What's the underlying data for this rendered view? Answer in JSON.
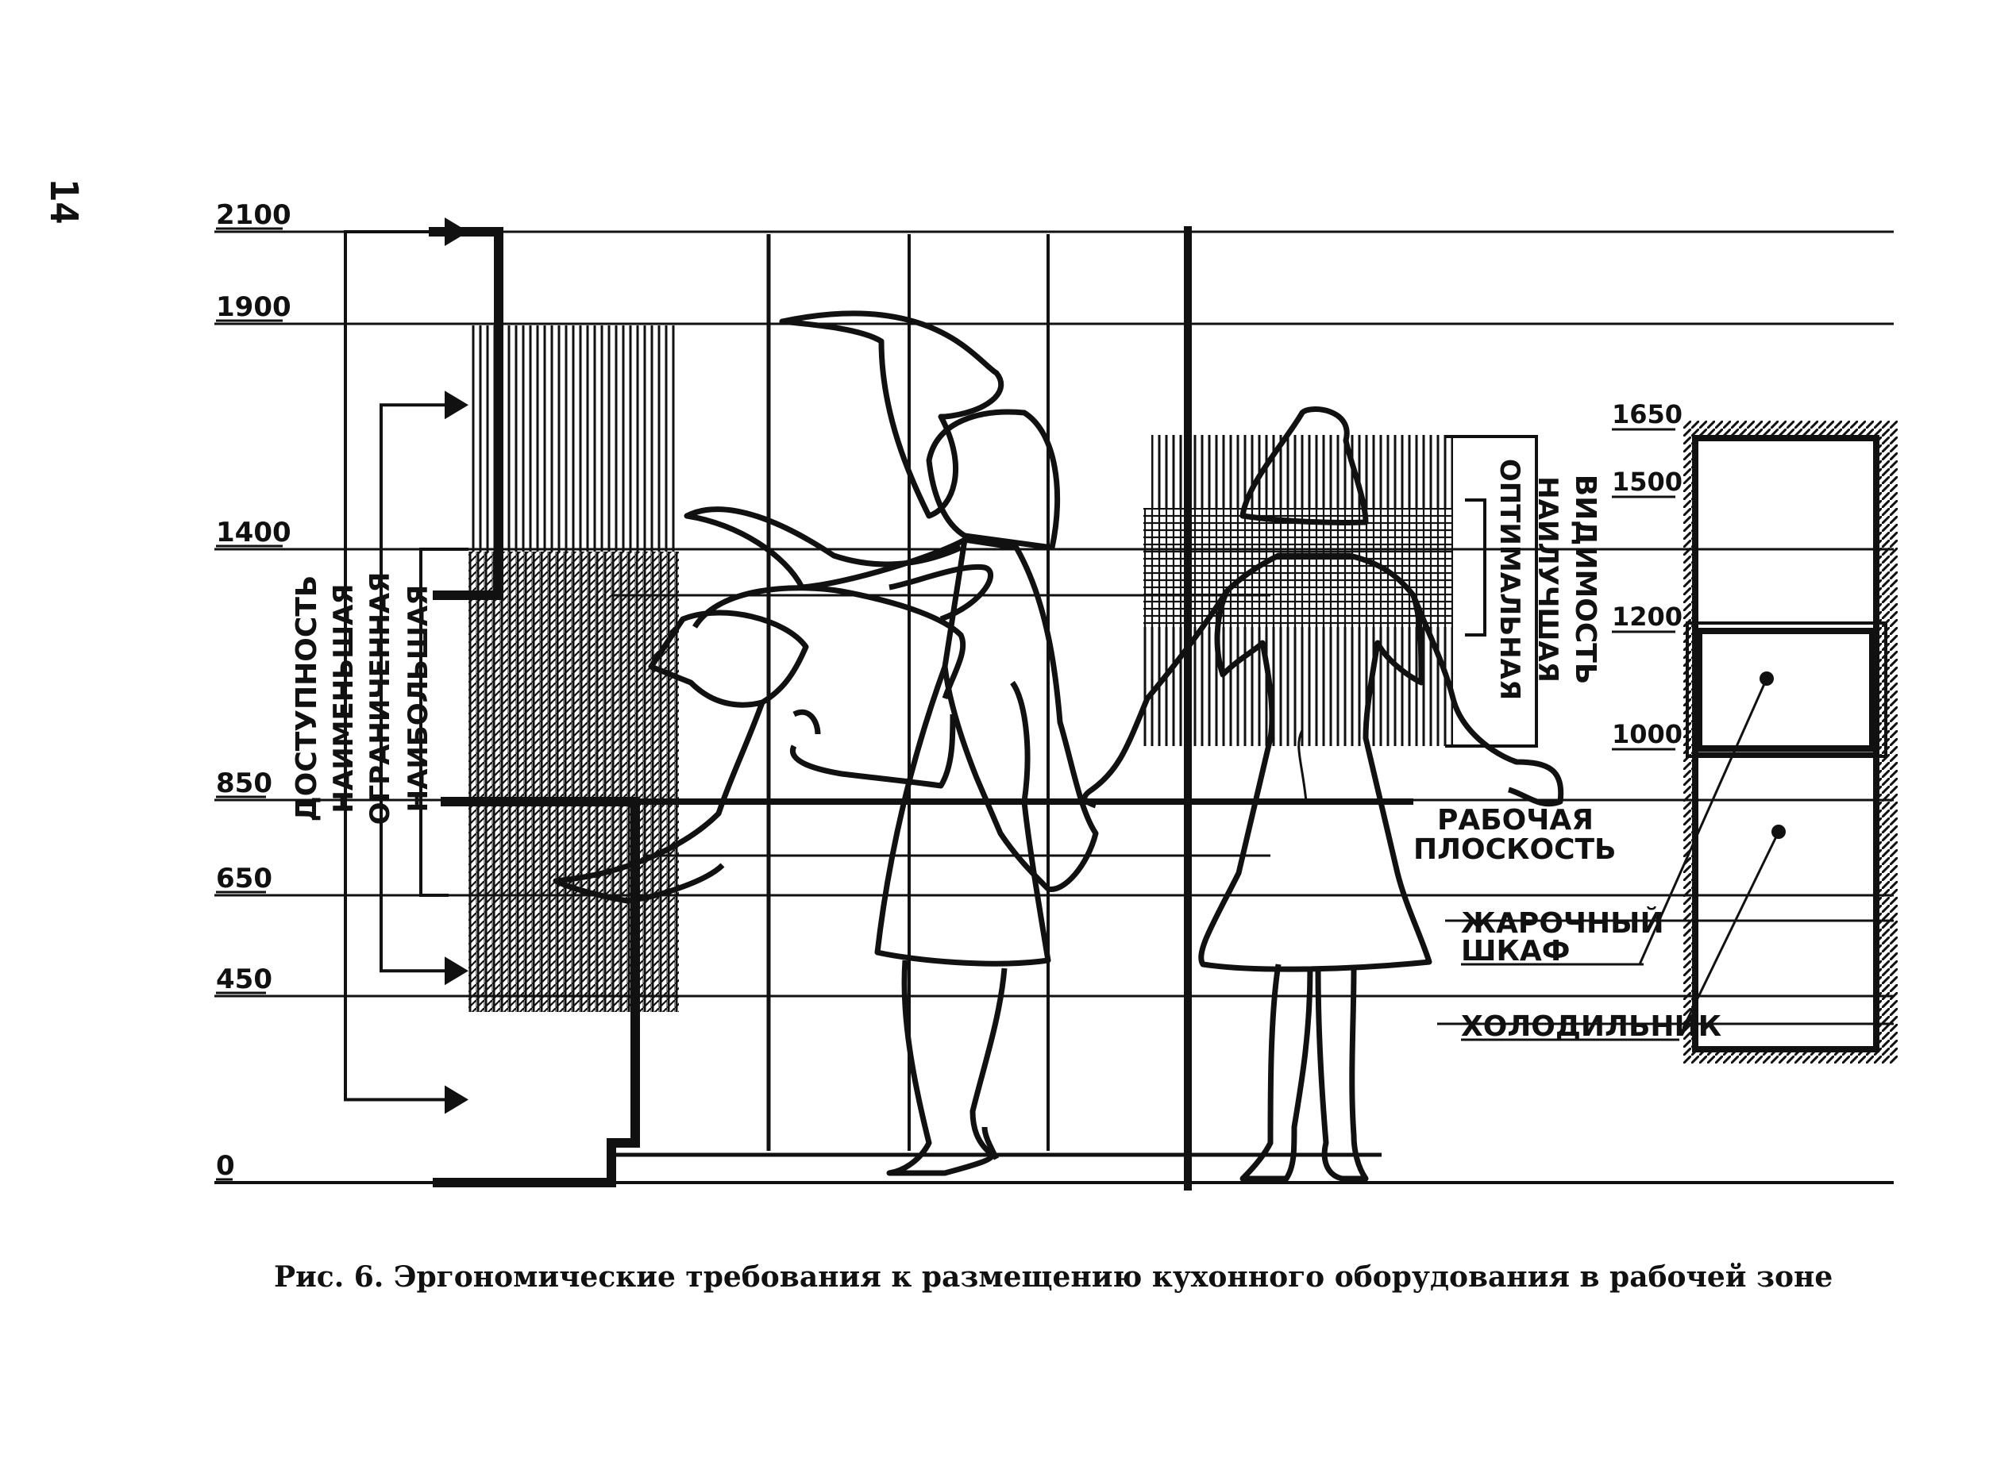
{
  "page_number": "14",
  "caption": "Рис. 6. Эргономические требования к размещению кухонного  оборудования в рабочей зоне",
  "left_scale": {
    "marks": [
      {
        "label": "2100",
        "value": 2100
      },
      {
        "label": "1900",
        "value": 1900
      },
      {
        "label": "1400",
        "value": 1400
      },
      {
        "label": "850",
        "value": 850
      },
      {
        "label": "650",
        "value": 650
      },
      {
        "label": "450",
        "value": 450
      },
      {
        "label": "0",
        "value": 0
      }
    ]
  },
  "right_scale": {
    "marks": [
      {
        "label": "1650",
        "value": 1650
      },
      {
        "label": "1500",
        "value": 1500
      },
      {
        "label": "1200",
        "value": 1200
      },
      {
        "label": "1000",
        "value": 1000
      }
    ]
  },
  "reach_labels": {
    "title": "ДОСТУПНОСТЬ",
    "least": "НАИМЕНЬШАЯ",
    "limited": "ОГРАНИЧЕННАЯ",
    "greatest": "НАИБОЛЬШАЯ",
    "ranges": [
      {
        "label": "НАИМЕНЬШАЯ",
        "from": 200,
        "to": 2150
      },
      {
        "label": "ОГРАНИЧЕННАЯ",
        "from": 500,
        "to": 1720
      },
      {
        "label": "НАИБОЛЬШАЯ",
        "from": 650,
        "to": 1400
      }
    ]
  },
  "visibility_labels": {
    "title": "ВИДИМОСТЬ",
    "best": "НАИЛУЧШАЯ",
    "optimal": "ОПТИМАЛЬНАЯ",
    "ranges": [
      {
        "label": "НАИЛУЧШАЯ",
        "from": 1000,
        "to": 1650
      },
      {
        "label": "ОПТИМАЛЬНАЯ",
        "from": 1150,
        "to": 1500
      }
    ]
  },
  "equipment_labels": {
    "work_surface_line1": "РАБОЧАЯ",
    "work_surface_line2": "ПЛОСКОСТЬ",
    "oven_line1": "ЖАРОЧНЫЙ",
    "oven_line2": "ШКАФ",
    "fridge": "ХОЛОДИЛЬНИК"
  }
}
